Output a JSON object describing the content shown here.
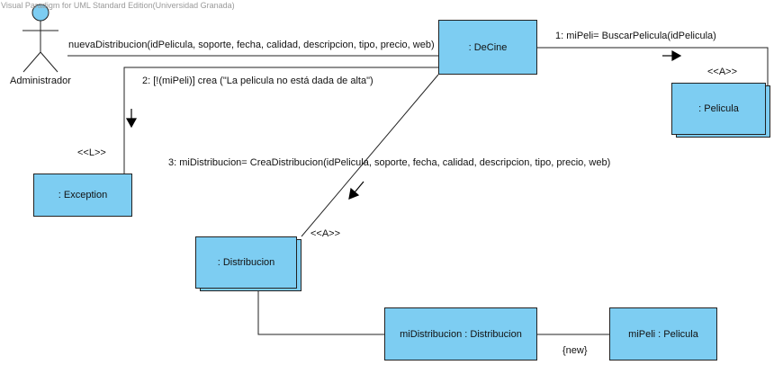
{
  "watermark": "Visual Paradigm for UML Standard Edition(Universidad Granada)",
  "actor": {
    "name": "Administrador"
  },
  "objects": {
    "decine": ": DeCine",
    "pelicula": ": Pelicula",
    "exception": ": Exception",
    "distribucion": ": Distribucion",
    "midistribucion": "miDistribucion : Distribucion",
    "mipeli": "miPeli : Pelicula"
  },
  "stereotypes": {
    "pelicula": "<<A>>",
    "exception": "<<L>>",
    "distribucion": "<<A>>"
  },
  "messages": {
    "nueva": "nuevaDistribucion(idPelicula, soporte, fecha, calidad, descripcion, tipo, precio, web)",
    "m1": "1: miPeli= BuscarPelicula(idPelicula)",
    "m2": "2: [!(miPeli)] crea (\"La pelicula no está dada de alta\")",
    "m3": "3: miDistribucion= CreaDistribucion(idPelicula, soporte, fecha, calidad, descripcion, tipo, precio, web)"
  },
  "link_constraint": "{new}"
}
